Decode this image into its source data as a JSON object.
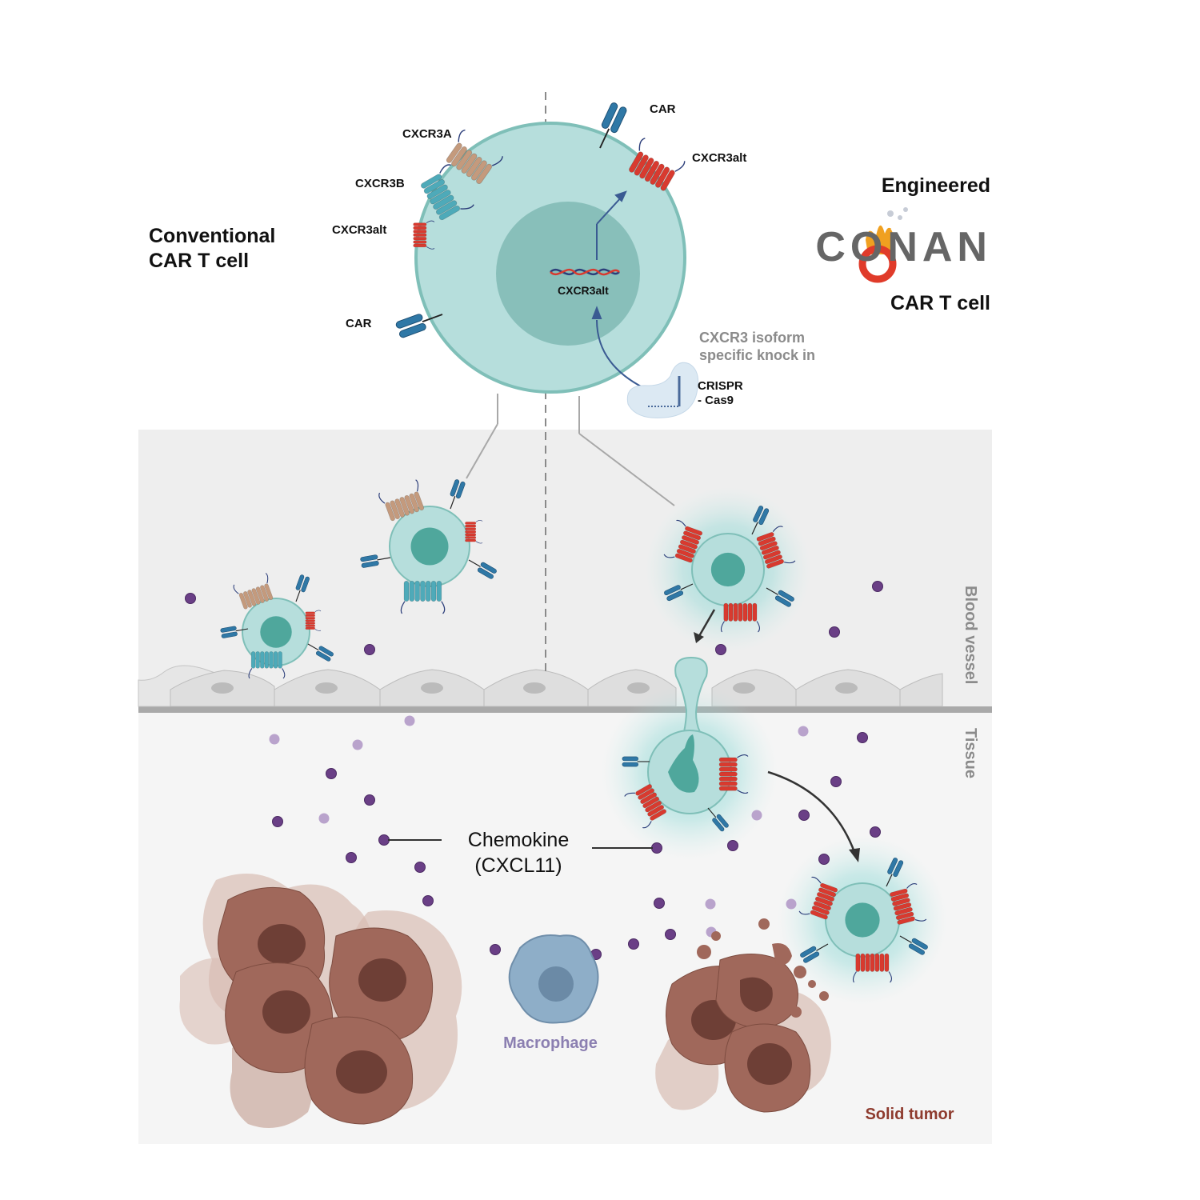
{
  "labels": {
    "conventional_line1": "Conventional",
    "conventional_line2": "CAR T cell",
    "engineered": "Engineered",
    "logo_word": "CONAN",
    "engineered_line2": "CAR T cell",
    "cxcr3a": "CXCR3A",
    "cxcr3b": "CXCR3B",
    "cxcr3alt_left": "CXCR3alt",
    "car_left": "CAR",
    "car_right": "CAR",
    "cxcr3alt_right": "CXCR3alt",
    "nucleus_gene": "CXCR3alt",
    "knockin_line1": "CXCR3 isoform",
    "knockin_line2": "specific knock in",
    "crispr_line1": "CRISPR",
    "crispr_line2": "- Cas9",
    "blood_vessel": "Blood vessel",
    "tissue": "Tissue",
    "chemokine_line1": "Chemokine",
    "chemokine_line2": "(CXCL11)",
    "macrophage": "Macrophage",
    "solid_tumor": "Solid tumor"
  },
  "colors": {
    "cell_fill": "#b6dedc",
    "cell_stroke": "#7fbfb8",
    "nucleus": "#4fa79c",
    "nucleus_big": "#88bfba",
    "car_blue": "#2f78a6",
    "cxcr3a_tan": "#c49a7d",
    "cxcr3b_teal": "#4eaab9",
    "cxcr3alt_red": "#d83a2f",
    "chemokine_dark": "#6a3f86",
    "chemokine_light": "#b9a3cc",
    "tumor": "#8f5e53",
    "macrophage": "#8eaec8",
    "text_gray": "#8b8b8b",
    "solid_tumor_text": "#8e3b2e",
    "macrophage_text": "#8b7fb1",
    "logo_gray": "#666666",
    "logo_orange": "#f0a020",
    "logo_red": "#e03b2a"
  }
}
